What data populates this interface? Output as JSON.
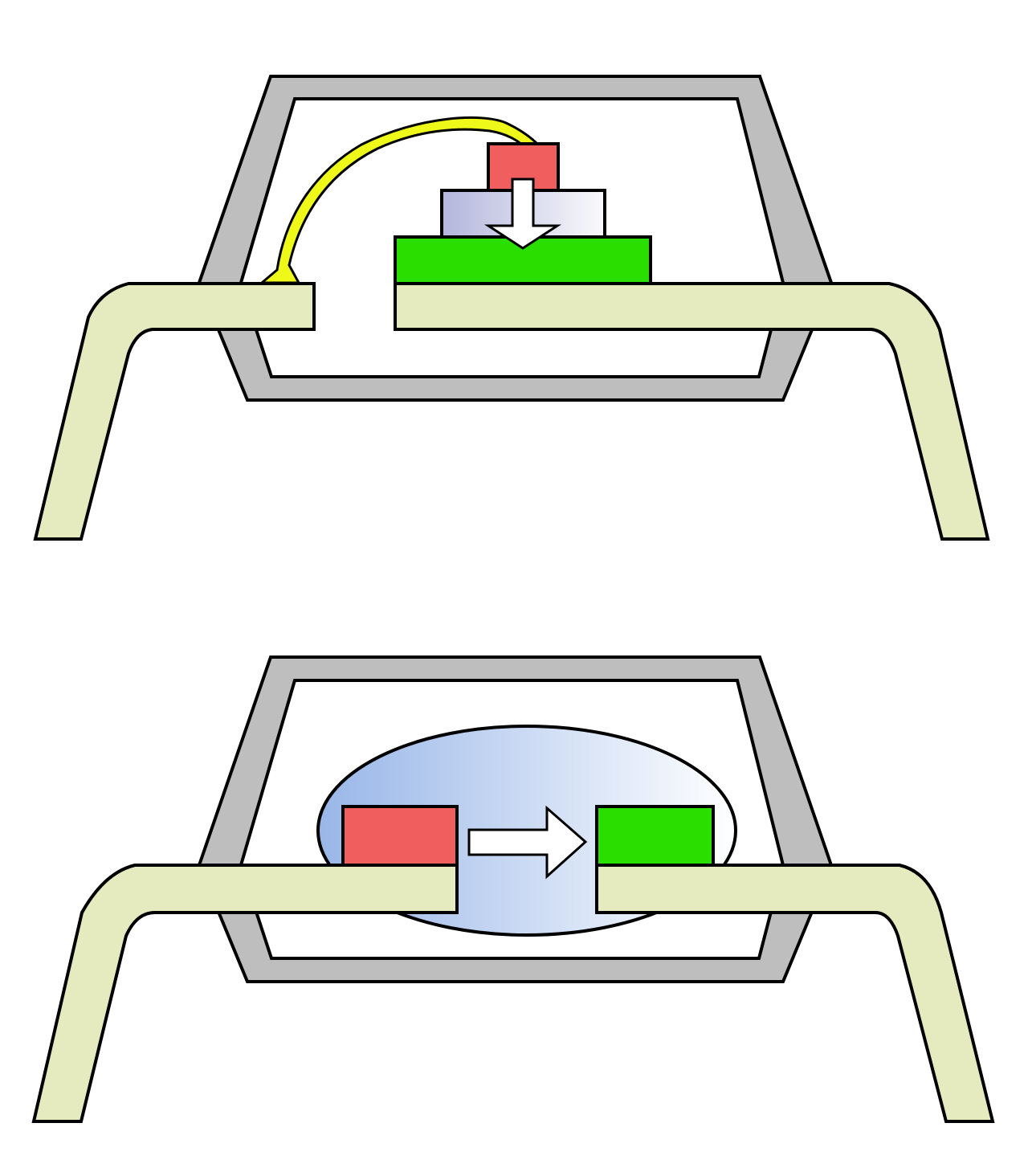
{
  "diagram": {
    "colors": {
      "background": "#ffffff",
      "outline": "#000000",
      "package_frame": "#bebebe",
      "lead": "#e5ebbe",
      "emitter": "#f05e5e",
      "detector": "#2adf00",
      "bond_wire": "#eef91a",
      "insulator_start": "#b4b6dc",
      "insulator_end": "#fafafc",
      "gel_start": "#98b6e8",
      "gel_end": "#ffffff",
      "arrow_fill": "#ffffff"
    },
    "panels": [
      {
        "id": "stacked",
        "components": [
          "package-frame",
          "left-lead",
          "right-lead",
          "bond-wire",
          "detector-die",
          "insulator-layer",
          "emitter-die",
          "light-arrow-down"
        ]
      },
      {
        "id": "side-by-side",
        "components": [
          "package-frame",
          "transparent-gel",
          "left-lead",
          "right-lead",
          "emitter-die",
          "detector-die",
          "light-arrow-right"
        ]
      }
    ]
  }
}
